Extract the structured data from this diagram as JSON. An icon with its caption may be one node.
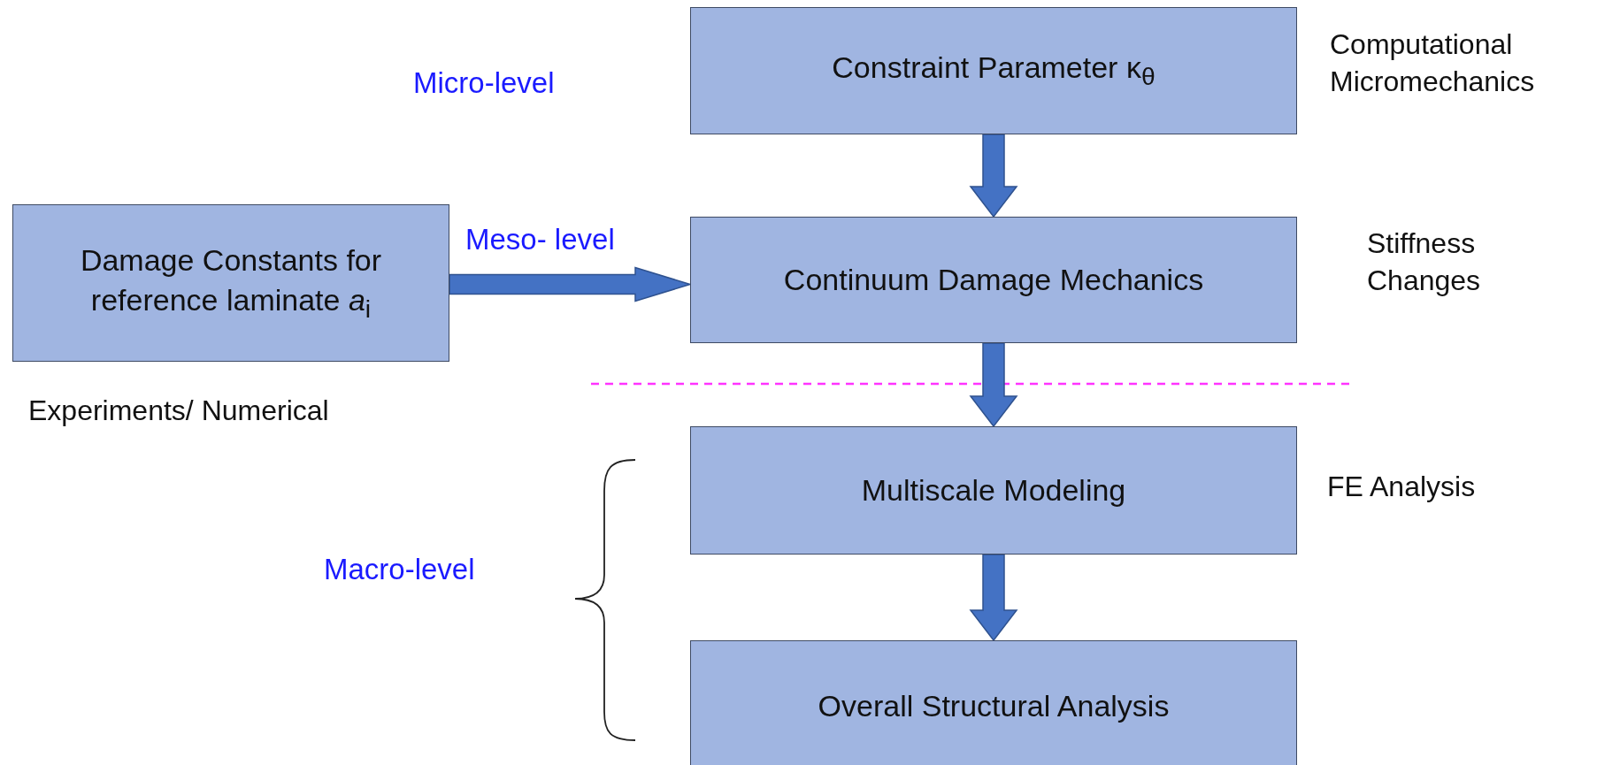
{
  "diagram": {
    "nodes": [
      {
        "text": [
          "Constraint Parameter κ$_{θ}$"
        ],
        "beside": [
          "Computational Micromechanics"
        ]
      },
      {
        "text": [
          "Damage Constants for reference laminate *a*$_{i}$"
        ],
        "beside": [
          "Experiments/ Numerical"
        ]
      },
      {
        "text": [
          "Continuum Damage Mechanics"
        ],
        "beside": [
          "Stiffness Changes"
        ]
      },
      {
        "text": [
          "Multiscale Modeling"
        ],
        "beside": [
          "FE Analysis"
        ]
      },
      {
        "text": [
          "Overall Structural Analysis"
        ]
      }
    ],
    "edges": [
      {
        "from": 0,
        "to": 2,
        "arrow": "to"
      },
      {
        "from": 1,
        "to": 2,
        "arrow": "to"
      },
      {
        "from": 2,
        "to": 3,
        "arrow": "to"
      },
      {
        "from": 3,
        "to": 4,
        "arrow": "to"
      }
    ],
    "labels": [
      "Micro-level",
      "Meso- level",
      "Macro-level"
    ]
  }
}
